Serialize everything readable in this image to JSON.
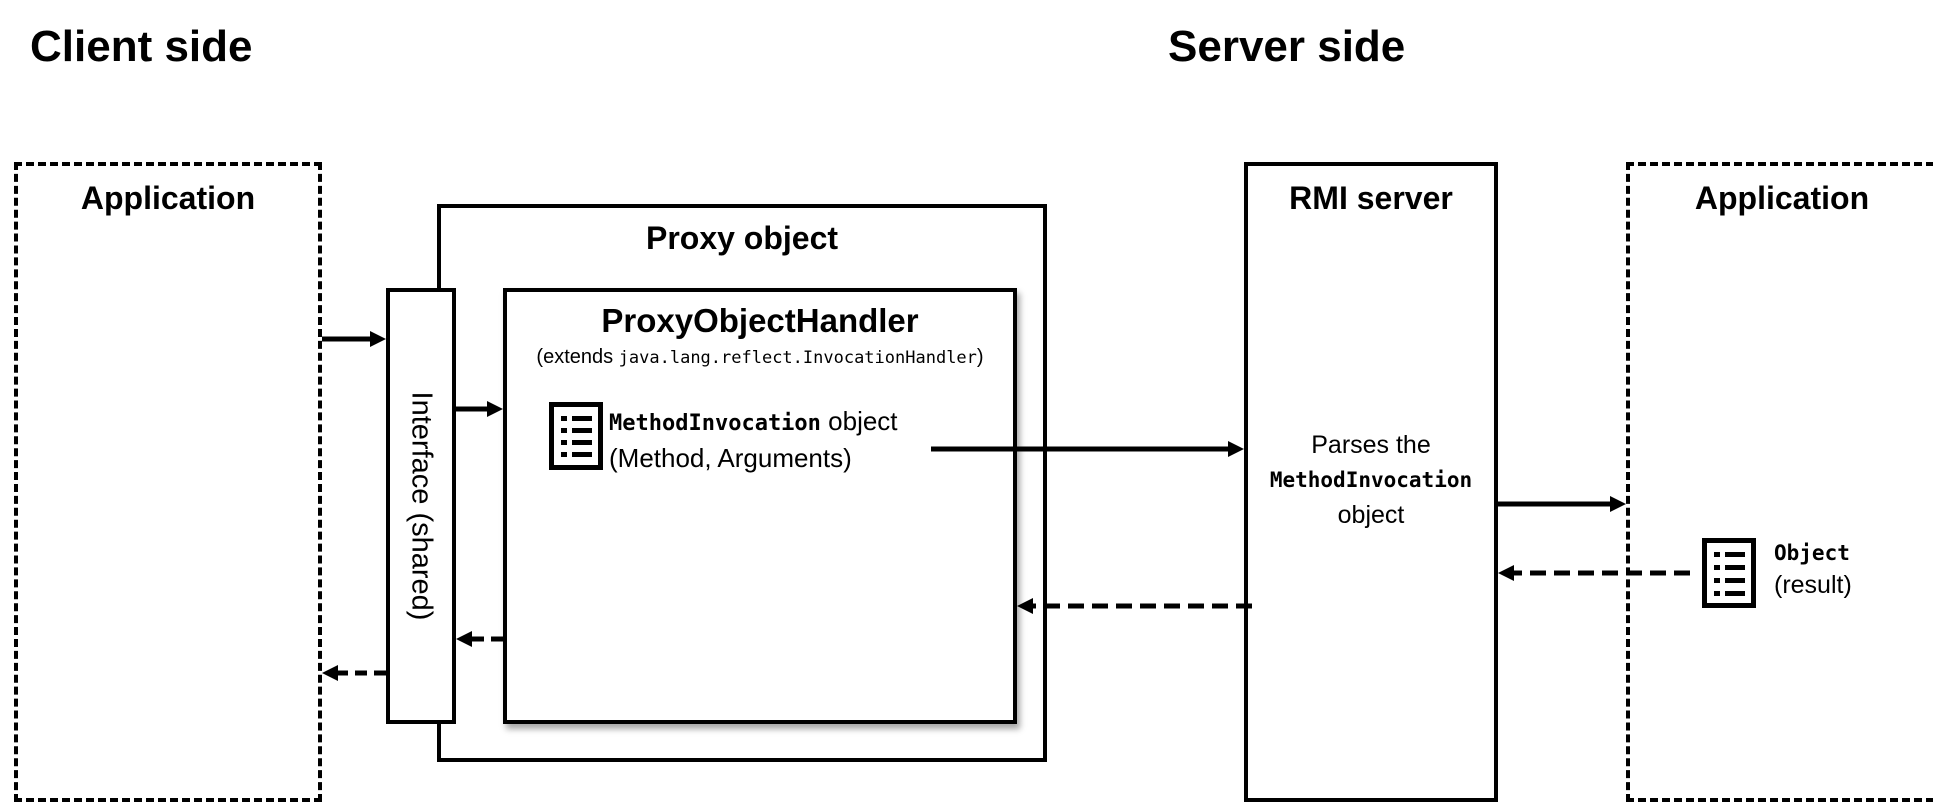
{
  "client": {
    "title": "Client side",
    "application_label": "Application",
    "interface_label": "Interface (shared)",
    "proxy_label": "Proxy object",
    "handler": {
      "title": "ProxyObjectHandler",
      "extends_prefix": "(extends ",
      "extends_class": "java.lang.reflect.InvocationHandler",
      "extends_suffix": ")",
      "invocation_class": "MethodInvocation",
      "invocation_word": " object",
      "invocation_args": "(Method, Arguments)"
    }
  },
  "server": {
    "title": "Server side",
    "rmi_label": "RMI server",
    "parses_prefix": "Parses the",
    "parses_class": "MethodInvocation",
    "parses_suffix": "object",
    "application_label": "Application",
    "result_class": "Object",
    "result_word": "(result)"
  }
}
